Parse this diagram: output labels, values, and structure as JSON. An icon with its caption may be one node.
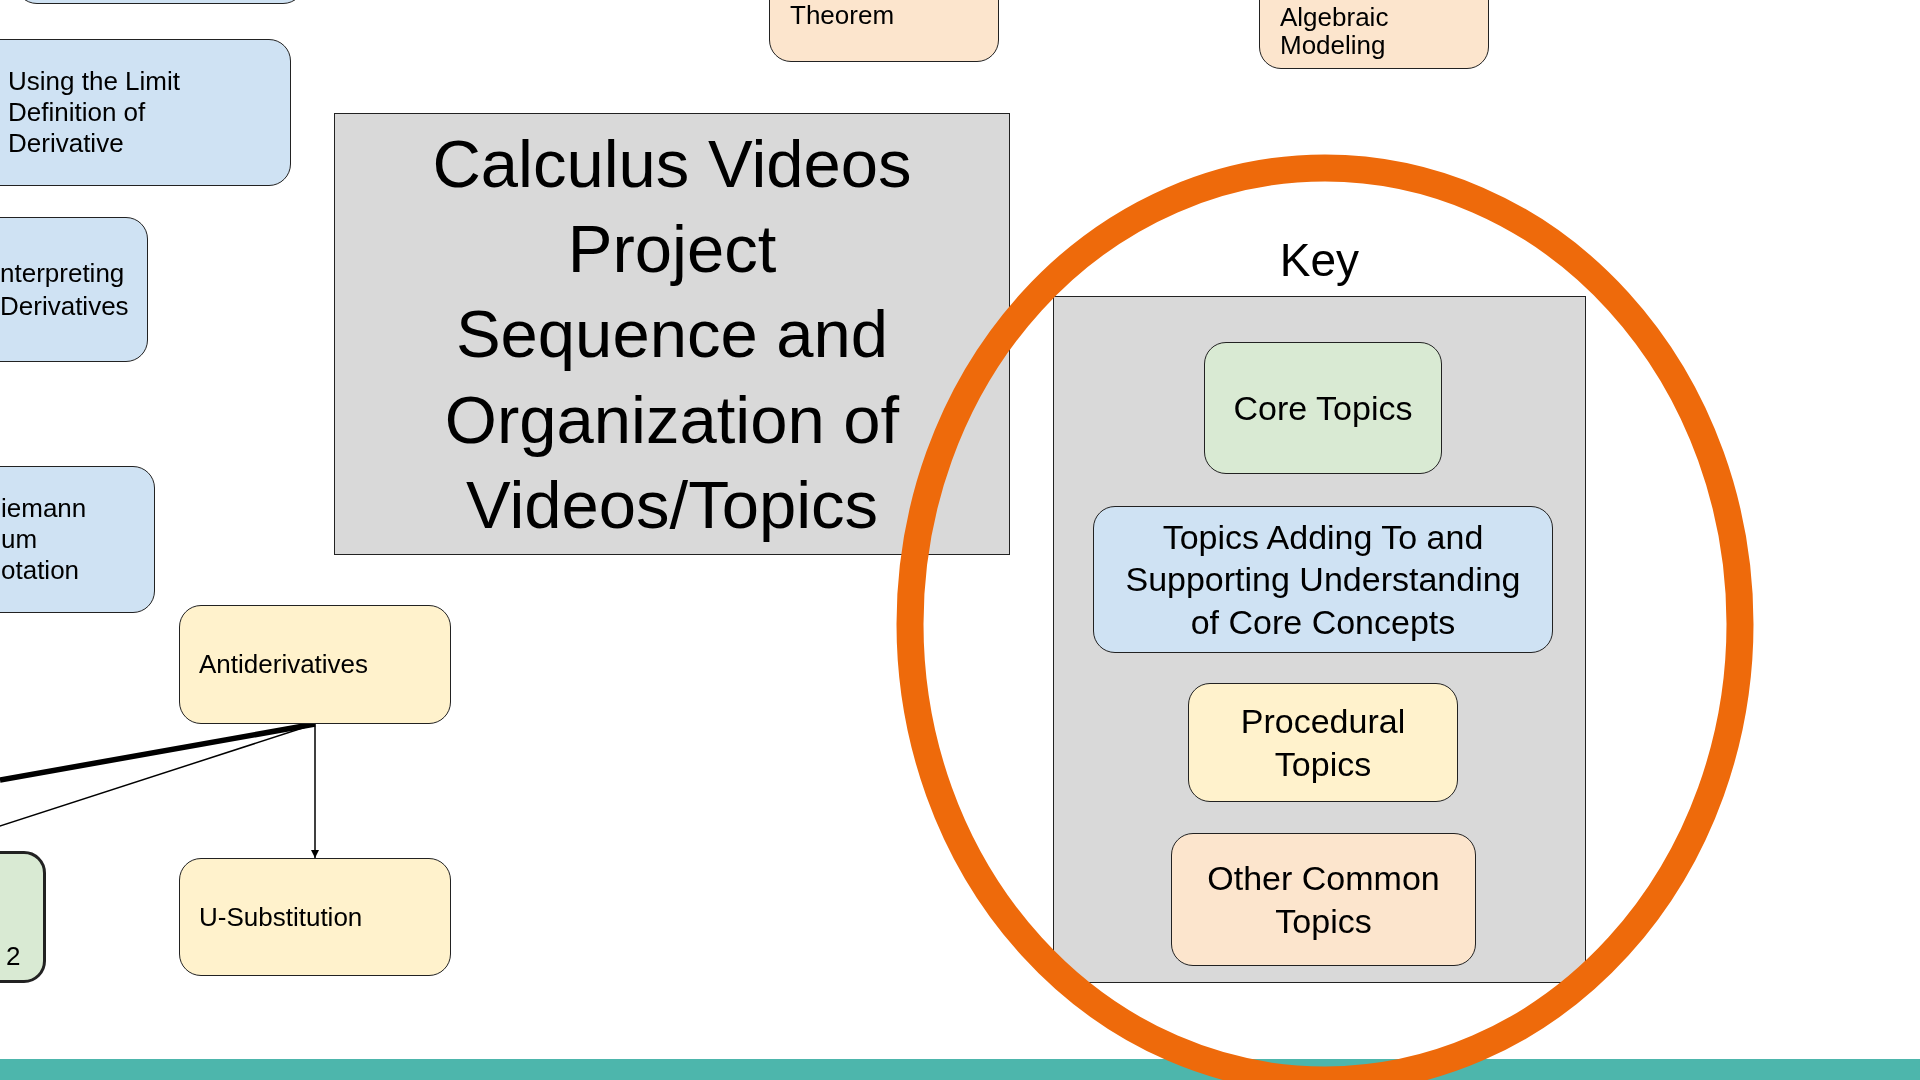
{
  "diagram": {
    "nodes": [
      {
        "text": [],
        "shape": "box"
      },
      {
        "text": [
          "Using the Limit Definition of Derivative"
        ]
      },
      {
        "text": [
          "nterpreting Derivatives"
        ]
      },
      {
        "text": [
          "iemann um otation"
        ]
      },
      {
        "text": [
          "Antiderivatives"
        ]
      },
      {
        "text": [
          "2"
        ]
      },
      {
        "text": [
          "U-Substitution"
        ]
      },
      {
        "text": [
          "Theorem"
        ]
      },
      {
        "text": [
          "Algebraic Modeling"
        ]
      },
      {
        "text": [
          "Calculus Videos Project Sequence and Organization of Videos/Topics"
        ]
      },
      {
        "text": [],
        "shape": "circle"
      },
      {
        "text": [
          "Key"
        ],
        "in": 10
      },
      {
        "text": [
          "Core Topics"
        ],
        "in": 11
      },
      {
        "text": [
          "Topics Adding To and Supporting Understanding of Core Concepts"
        ],
        "in": 11
      },
      {
        "text": [
          "Procedural Topics"
        ],
        "in": 11
      },
      {
        "text": [
          "Other Common Topics"
        ],
        "in": 11
      }
    ],
    "edges": [
      {
        "from": 4,
        "to": null,
        "arrow": "none",
        "style": "thick"
      },
      {
        "from": 4,
        "to": 5,
        "arrow": "none"
      },
      {
        "from": 4,
        "to": 6,
        "arrow": "to"
      }
    ]
  }
}
